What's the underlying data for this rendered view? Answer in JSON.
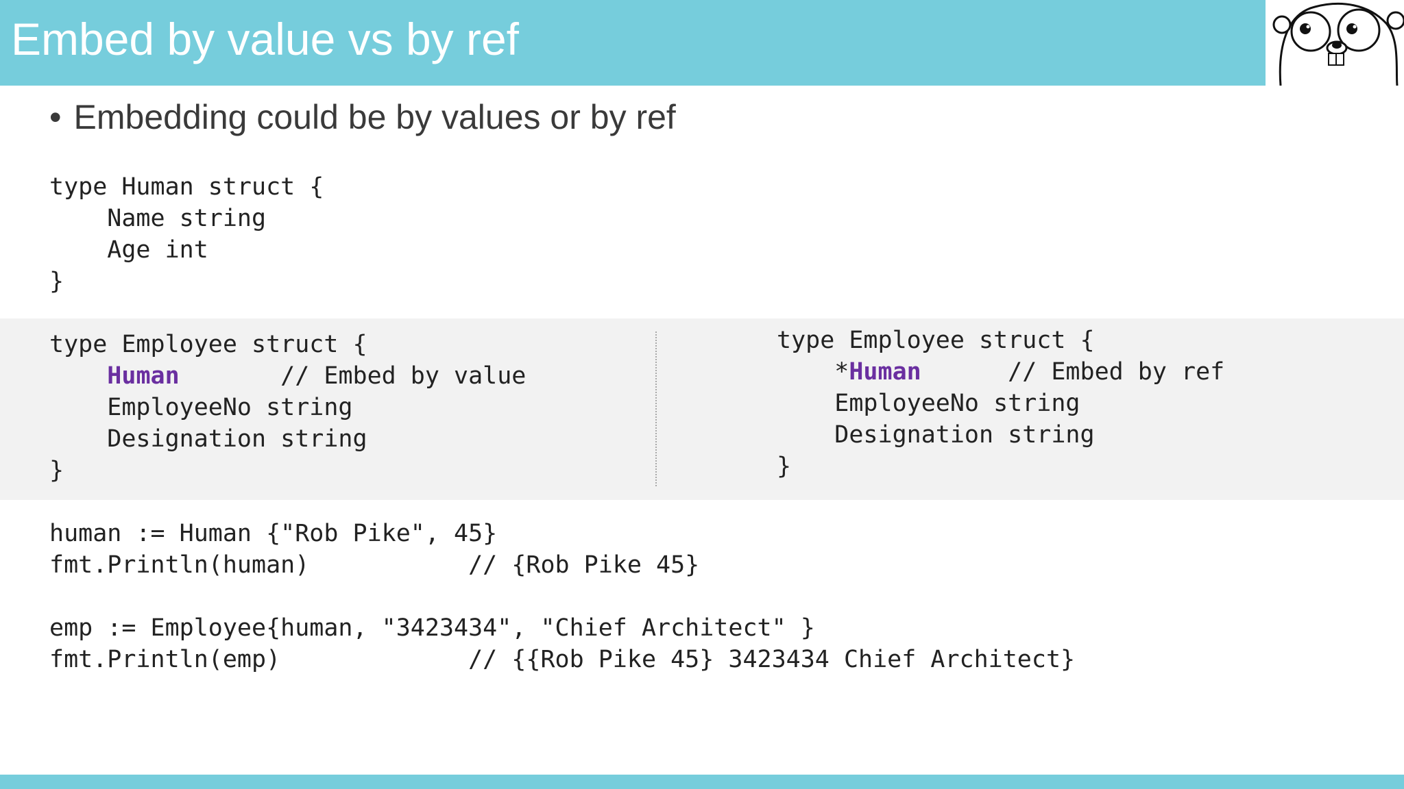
{
  "title": "Embed by value vs by ref",
  "bullet": {
    "marker": "•",
    "text": "Embedding could be by values or by ref"
  },
  "code_human": [
    "type Human struct {",
    "    Name string",
    "    Age int",
    "}"
  ],
  "code_by_value": {
    "line1": "type Employee struct {",
    "line2_indent": "    ",
    "line2_type": "Human",
    "line2_comment": "       // Embed by value",
    "line3": "    EmployeeNo string",
    "line4": "    Designation string",
    "line5": "}"
  },
  "code_by_ref": {
    "line1": "type Employee struct {",
    "line2_indent": "    *",
    "line2_type": "Human",
    "line2_comment": "      // Embed by ref",
    "line3": "    EmployeeNo string",
    "line4": "    Designation string",
    "line5": "}"
  },
  "code_usage": [
    "human := Human {\"Rob Pike\", 45}",
    "fmt.Println(human)           // {Rob Pike 45}",
    "",
    "emp := Employee{human, \"3423434\", \"Chief Architect\" }",
    "fmt.Println(emp)             // {{Rob Pike 45} 3423434 Chief Architect}"
  ],
  "colors": {
    "accent": "#76cddc",
    "keyword": "#6a2fa0",
    "band": "#f2f2f2"
  },
  "mascot_icon": "gopher-mascot-icon"
}
